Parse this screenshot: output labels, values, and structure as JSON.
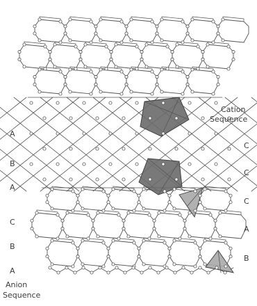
{
  "labels": {
    "cation_sequence_line1": "Cation",
    "cation_sequence_line2": "Sequence",
    "anion_sequence_line1": "Anion",
    "anion_sequence_line2": "Sequence"
  },
  "anion_sequence": [
    "A",
    "B",
    "A",
    "C",
    "B",
    "A"
  ],
  "cation_sequence": [
    "C",
    "C",
    "C",
    "A",
    "B"
  ],
  "colors": {
    "line": "#555555",
    "atom_fill": "#ffffff",
    "polyhedron_dark": "#6a6a6a",
    "polyhedron_light": "#a8a8a8"
  }
}
